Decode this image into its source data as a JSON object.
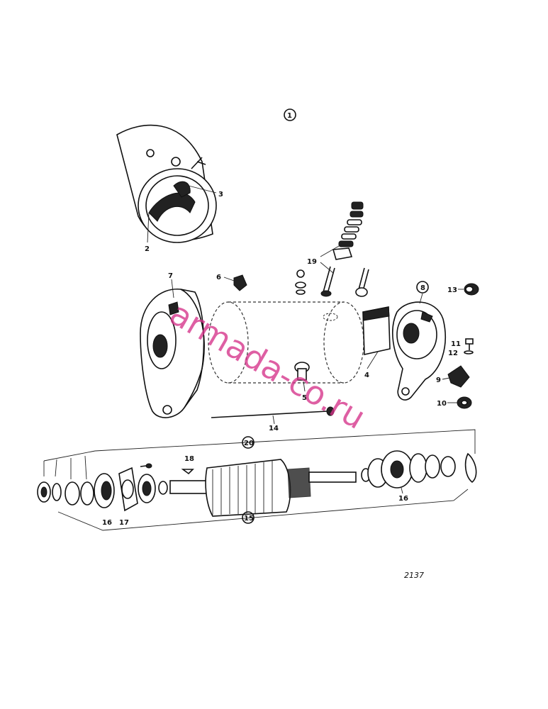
{
  "diagram": {
    "drawing_number": "2137",
    "watermark": "armada-co.ru",
    "labels": {
      "l1": "1",
      "l2": "2",
      "l3": "3",
      "l4": "4",
      "l5": "5",
      "l6": "6",
      "l7": "7",
      "l8": "8",
      "l9": "9",
      "l10": "10",
      "l11": "11",
      "l12": "12",
      "l13": "13",
      "l14": "14",
      "l15": "15",
      "l16a": "16",
      "l16b": "16",
      "l17": "17",
      "l18": "18",
      "l19": "19",
      "l20": "20"
    }
  }
}
